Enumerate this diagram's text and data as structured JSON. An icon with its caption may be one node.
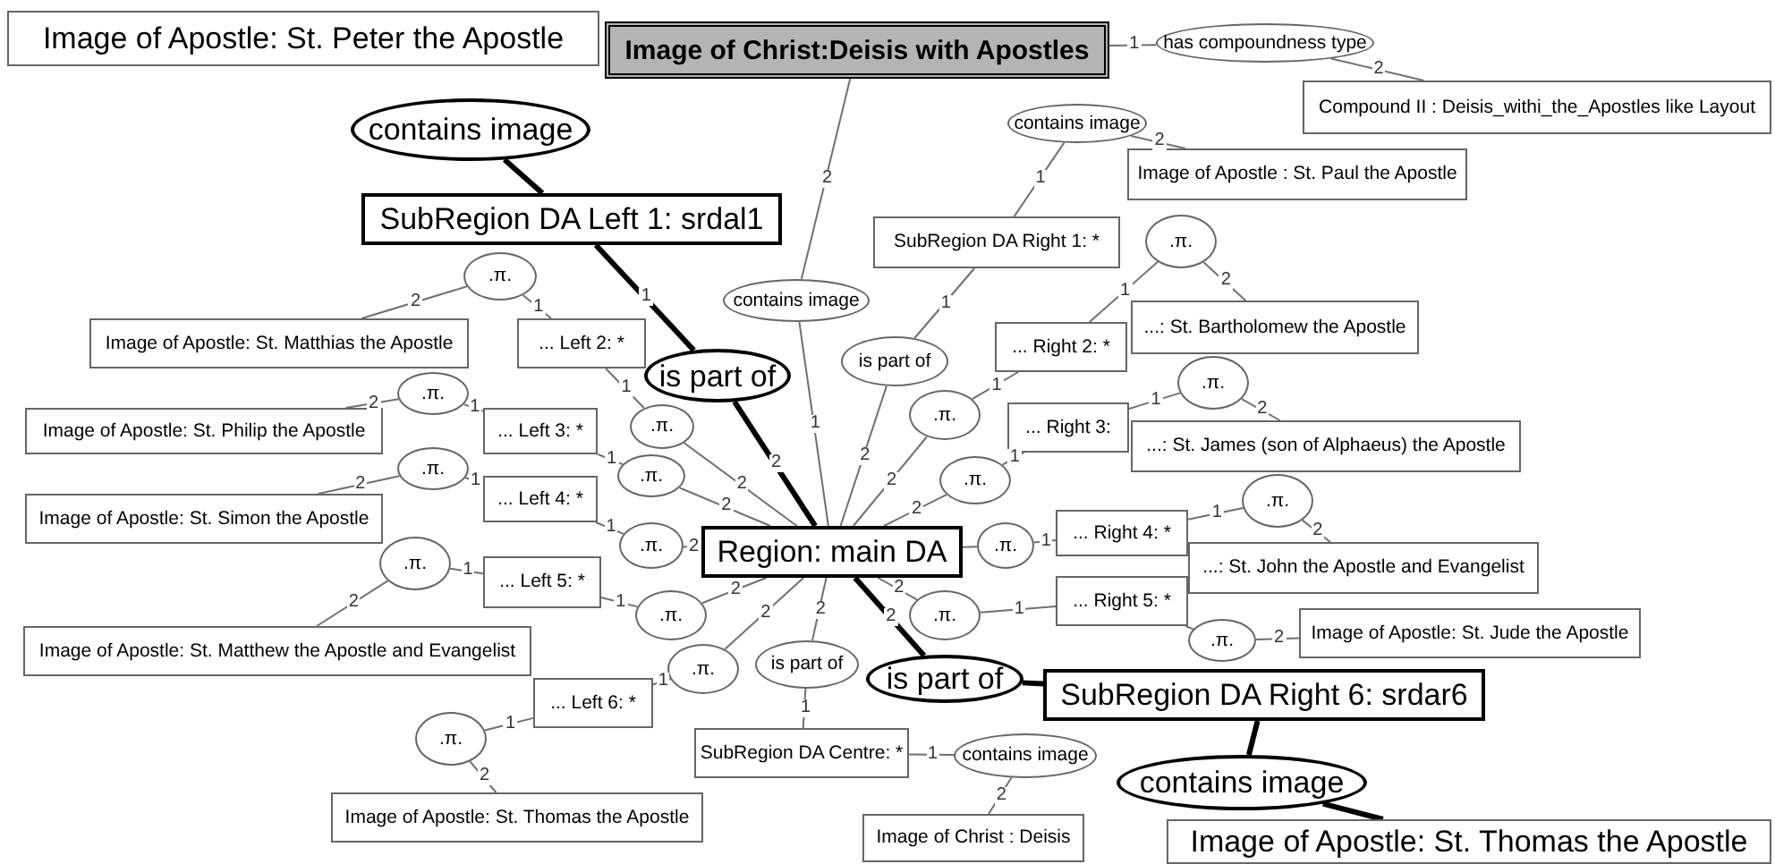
{
  "diagram": {
    "nodes": [
      {
        "text": [
          "Image of Apostle: St. Peter the Apostle"
        ]
      },
      {
        "text": [
          "Image of Christ:Deisis with Apostles"
        ]
      },
      {
        "text": [
          "has compoundness type"
        ]
      },
      {
        "text": [
          "Compound II : Deisis_withi_the_Apostles like Layout"
        ]
      },
      {
        "text": [
          "contains image"
        ]
      },
      {
        "text": [
          "contains image"
        ]
      },
      {
        "text": [
          "Image of Apostle : St. Paul the Apostle"
        ]
      },
      {
        "text": [
          "SubRegion DA Left 1: srdal1"
        ]
      },
      {
        "text": [
          "SubRegion DA Right 1: *"
        ]
      },
      {
        "text": [
          ".π."
        ]
      },
      {
        "text": [
          "Image of Apostle: St. Matthias the Apostle"
        ]
      },
      {
        "text": [
          "... Left 2: *"
        ]
      },
      {
        "text": [
          "contains image"
        ]
      },
      {
        "text": [
          ".π."
        ]
      },
      {
        "text": [
          "is part of"
        ]
      },
      {
        "text": [
          "is part of"
        ]
      },
      {
        "text": [
          "... Right 2: *"
        ]
      },
      {
        "text": [
          "...: St. Bartholomew the Apostle"
        ]
      },
      {
        "text": [
          ".π."
        ]
      },
      {
        "text": [
          ".π."
        ]
      },
      {
        "text": [
          "Image of Apostle: St. Philip the Apostle"
        ]
      },
      {
        "text": [
          "... Left 3: *"
        ]
      },
      {
        "text": [
          ".π."
        ]
      },
      {
        "text": [
          ".π."
        ]
      },
      {
        "text": [
          "... Right 3:"
        ]
      },
      {
        "text": [
          "...: St. James (son of Alphaeus) the Apostle"
        ]
      },
      {
        "text": [
          ".π."
        ]
      },
      {
        "text": [
          ".π."
        ]
      },
      {
        "text": [
          "Image of Apostle: St. Simon the Apostle"
        ]
      },
      {
        "text": [
          "... Left 4: *"
        ]
      },
      {
        "text": [
          ".π."
        ]
      },
      {
        "text": [
          ".π."
        ]
      },
      {
        "text": [
          "... Right 4: *"
        ]
      },
      {
        "text": [
          ".π."
        ]
      },
      {
        "text": [
          "Region: main DA"
        ]
      },
      {
        "text": [
          ".π."
        ]
      },
      {
        "text": [
          "...: St. John the Apostle and Evangelist"
        ]
      },
      {
        "text": [
          ".π."
        ]
      },
      {
        "text": [
          "... Left 5: *"
        ]
      },
      {
        "text": [
          ".π."
        ]
      },
      {
        "text": [
          ".π."
        ]
      },
      {
        "text": [
          "... Right 5: *"
        ]
      },
      {
        "text": [
          "Image of Apostle: St. Jude the Apostle"
        ]
      },
      {
        "text": [
          ".π."
        ]
      },
      {
        "text": [
          "Image of Apostle: St. Matthew the Apostle and Evangelist"
        ]
      },
      {
        "text": [
          "is part of"
        ]
      },
      {
        "text": [
          "is part of"
        ]
      },
      {
        "text": [
          "SubRegion DA Right 6: srdar6"
        ]
      },
      {
        "text": [
          ".π."
        ]
      },
      {
        "text": [
          "... Left 6: *"
        ]
      },
      {
        "text": [
          ".π."
        ]
      },
      {
        "text": [
          "SubRegion DA Centre: *"
        ]
      },
      {
        "text": [
          "contains image"
        ]
      },
      {
        "text": [
          "contains image"
        ]
      },
      {
        "text": [
          "Image of Apostle: St. Thomas the Apostle"
        ]
      },
      {
        "text": [
          "Image of Christ : Deisis"
        ]
      },
      {
        "text": [
          "Image of Apostle: St. Thomas the Apostle"
        ]
      }
    ],
    "edges": [
      {
        "from": 1,
        "to": 2,
        "arrow": "none",
        "label": "1"
      },
      {
        "from": 2,
        "to": 3,
        "arrow": "none",
        "label": "2"
      },
      {
        "from": 1,
        "to": 12,
        "arrow": "none",
        "label": "2"
      },
      {
        "from": 12,
        "to": 34,
        "arrow": "none",
        "label": "1"
      },
      {
        "from": 4,
        "to": 7,
        "arrow": "none",
        "style": "thick",
        "color": "#000000"
      },
      {
        "from": 7,
        "to": 14,
        "arrow": "none",
        "label": "1",
        "style": "thick",
        "color": "#000000"
      },
      {
        "from": 14,
        "to": 34,
        "arrow": "none",
        "label": "2",
        "style": "thick",
        "color": "#000000"
      },
      {
        "from": 8,
        "to": 5,
        "arrow": "none",
        "label": "1"
      },
      {
        "from": 5,
        "to": 6,
        "arrow": "none",
        "label": "2"
      },
      {
        "from": 8,
        "to": 15,
        "arrow": "none",
        "label": "1"
      },
      {
        "from": 15,
        "to": 34,
        "arrow": "none",
        "label": "2"
      },
      {
        "from": 9,
        "to": 10,
        "arrow": "none",
        "label": "2"
      },
      {
        "from": 9,
        "to": 11,
        "arrow": "none",
        "label": "1"
      },
      {
        "from": 11,
        "to": 18,
        "arrow": "none",
        "label": "1"
      },
      {
        "from": 18,
        "to": 34,
        "arrow": "none",
        "label": "2"
      },
      {
        "from": 19,
        "to": 20,
        "arrow": "none",
        "label": "2"
      },
      {
        "from": 19,
        "to": 21,
        "arrow": "none",
        "label": "1"
      },
      {
        "from": 21,
        "to": 26,
        "arrow": "none",
        "label": "1"
      },
      {
        "from": 26,
        "to": 34,
        "arrow": "none",
        "label": "2"
      },
      {
        "from": 27,
        "to": 28,
        "arrow": "none",
        "label": "2"
      },
      {
        "from": 27,
        "to": 29,
        "arrow": "none",
        "label": "1"
      },
      {
        "from": 29,
        "to": 33,
        "arrow": "none",
        "label": "1"
      },
      {
        "from": 33,
        "to": 34,
        "arrow": "none",
        "label": "2"
      },
      {
        "from": 37,
        "to": 44,
        "arrow": "none",
        "label": "2"
      },
      {
        "from": 37,
        "to": 38,
        "arrow": "none",
        "label": "1"
      },
      {
        "from": 38,
        "to": 39,
        "arrow": "none",
        "label": "1"
      },
      {
        "from": 39,
        "to": 34,
        "arrow": "none",
        "label": "2"
      },
      {
        "from": 49,
        "to": 48,
        "arrow": "none",
        "label": "1"
      },
      {
        "from": 48,
        "to": 34,
        "arrow": "none",
        "label": "2"
      },
      {
        "from": 49,
        "to": 50,
        "arrow": "none",
        "label": "1"
      },
      {
        "from": 50,
        "to": 54,
        "arrow": "none",
        "label": "2"
      },
      {
        "from": 34,
        "to": 45,
        "arrow": "none",
        "label": "2"
      },
      {
        "from": 45,
        "to": 51,
        "arrow": "none",
        "label": "1"
      },
      {
        "from": 51,
        "to": 52,
        "arrow": "none",
        "label": "1"
      },
      {
        "from": 52,
        "to": 55,
        "arrow": "none",
        "label": "2"
      },
      {
        "from": 34,
        "to": 46,
        "arrow": "none",
        "label": "2",
        "style": "thick",
        "color": "#000000"
      },
      {
        "from": 46,
        "to": 47,
        "arrow": "none",
        "style": "thick",
        "color": "#000000"
      },
      {
        "from": 47,
        "to": 53,
        "arrow": "none",
        "style": "thick",
        "color": "#000000"
      },
      {
        "from": 53,
        "to": 56,
        "arrow": "none",
        "style": "thick",
        "color": "#000000"
      },
      {
        "from": 34,
        "to": 22,
        "arrow": "none",
        "label": "2"
      },
      {
        "from": 22,
        "to": 16,
        "arrow": "none",
        "label": "1"
      },
      {
        "from": 16,
        "to": 13,
        "arrow": "none",
        "label": "1"
      },
      {
        "from": 13,
        "to": 17,
        "arrow": "none",
        "label": "2"
      },
      {
        "from": 34,
        "to": 30,
        "arrow": "none",
        "label": "2"
      },
      {
        "from": 30,
        "to": 24,
        "arrow": "none",
        "label": "1"
      },
      {
        "from": 24,
        "to": 23,
        "arrow": "none",
        "label": "1"
      },
      {
        "from": 23,
        "to": 25,
        "arrow": "none",
        "label": "2"
      },
      {
        "from": 34,
        "to": 35,
        "arrow": "none"
      },
      {
        "from": 35,
        "to": 32,
        "arrow": "none",
        "label": "1"
      },
      {
        "from": 32,
        "to": 31,
        "arrow": "none",
        "label": "1"
      },
      {
        "from": 31,
        "to": 36,
        "arrow": "none",
        "label": "2"
      },
      {
        "from": 34,
        "to": 40,
        "arrow": "none",
        "label": "2"
      },
      {
        "from": 40,
        "to": 41,
        "arrow": "none",
        "label": "1"
      },
      {
        "from": 41,
        "to": 43,
        "arrow": "none"
      },
      {
        "from": 43,
        "to": 42,
        "arrow": "none",
        "label": "2"
      }
    ]
  }
}
